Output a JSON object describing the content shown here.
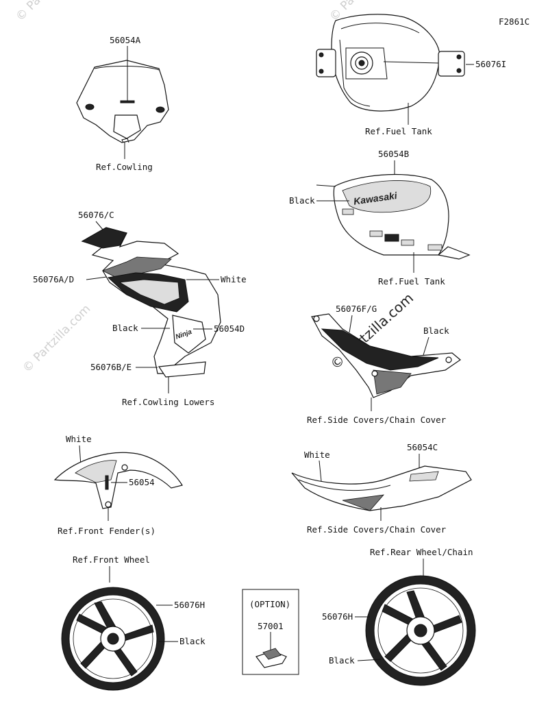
{
  "figure_code": "F2861C",
  "watermark": "© Partzilla.com",
  "labels": {
    "windshield_part": "56054A",
    "ref_cowling": "Ref.Cowling",
    "tank_part": "56076I",
    "ref_fuel_tank_top": "Ref.Fuel Tank",
    "tank_decal_part": "56054B",
    "tank_black": "Black",
    "ref_fuel_tank_side": "Ref.Fuel Tank",
    "cowling_upper_part": "56076/C",
    "cowling_ad_part": "56076A/D",
    "cowling_white": "White",
    "cowling_black": "Black",
    "cowling_ninja_part": "56054D",
    "cowling_be_part": "56076B/E",
    "ref_cowling_lowers": "Ref.Cowling Lowers",
    "side_cover_part": "56076F/G",
    "side_cover_black": "Black",
    "ref_side_covers_1": "Ref.Side Covers/Chain Cover",
    "fender_white": "White",
    "fender_part": "56054",
    "ref_front_fender": "Ref.Front Fender(s)",
    "tail_white": "White",
    "tail_part": "56054C",
    "ref_side_covers_2": "Ref.Side Covers/Chain Cover",
    "ref_front_wheel": "Ref.Front Wheel",
    "front_wheel_part": "56076H",
    "front_wheel_black": "Black",
    "option_title": "(OPTION)",
    "option_part": "57001",
    "ref_rear_wheel": "Ref.Rear Wheel/Chain",
    "rear_wheel_part": "56076H",
    "rear_wheel_black": "Black"
  },
  "decal_text": {
    "kawasaki": "Kawasaki",
    "ninja": "Ninja"
  }
}
